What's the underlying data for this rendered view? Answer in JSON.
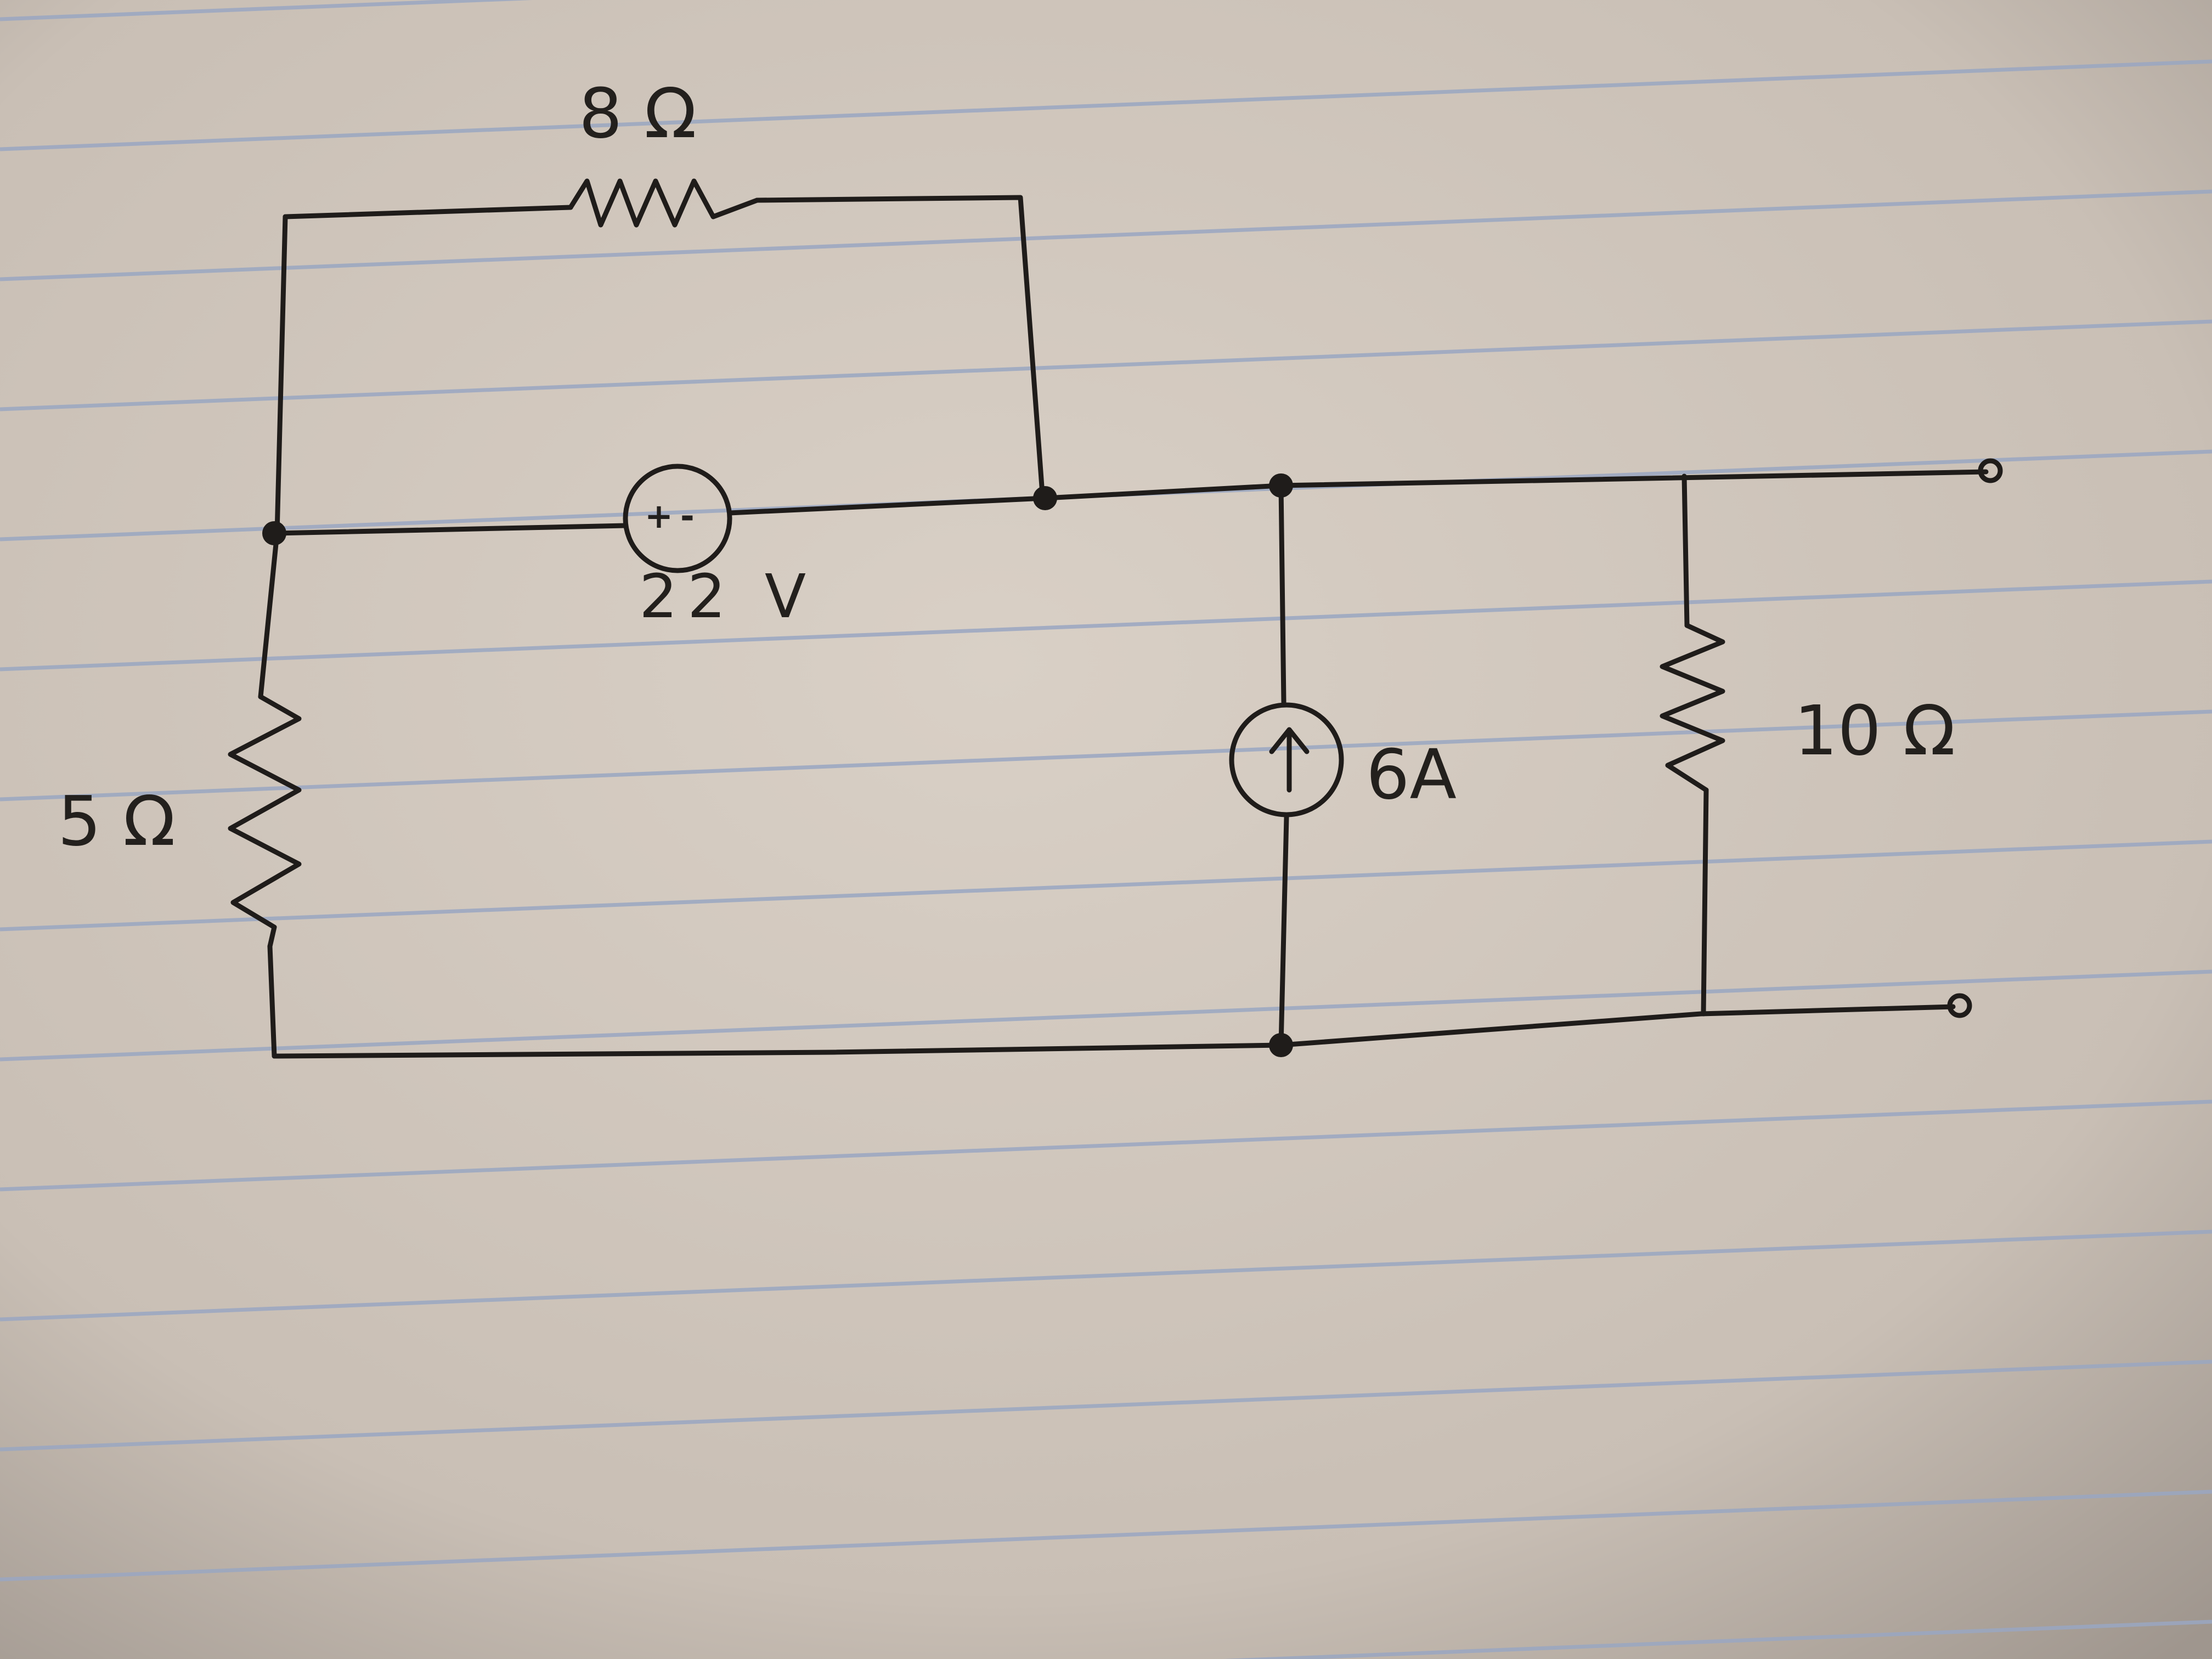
{
  "labels": {
    "r_top": "8 Ω",
    "r_left": "5 Ω",
    "r_right": "10 Ω",
    "v_source": "22 V",
    "i_source": "6A",
    "v_plus": "+",
    "v_minus": "-"
  },
  "colors": {
    "paper": "#cfc6bd",
    "rule_line": "#9aa7c2",
    "ink": "#1f1c1a"
  },
  "icons": {
    "current_arrow": "arrow-up-icon"
  }
}
